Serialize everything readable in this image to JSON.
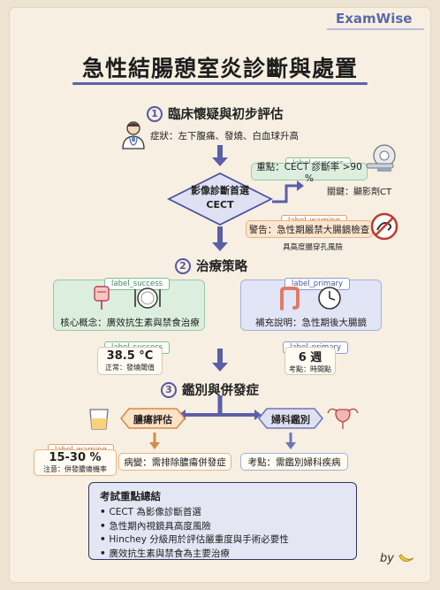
{
  "brand": "ExamWise",
  "title": "急性結腸憩室炎診斷與處置",
  "section1": {
    "number": "1",
    "heading": "臨床懷疑與初步評估",
    "symptoms": "症狀：左下腹痛、發燒、白血球升高",
    "decision": "影像診斷首選\nCECT",
    "success_tag": "label_success",
    "key_point": "重點：CECT 診斷率 >90 %",
    "key_term": "關鍵：顯影劑CT",
    "warning_tag": "label_warning",
    "warning": "警告：急性期嚴禁大腸鏡檢查",
    "warning_note": "具高度腸穿孔風險"
  },
  "section2": {
    "number": "2",
    "heading": "治療策略",
    "left_tag": "label_success",
    "left_text": "核心概念：廣效抗生素與禁食治療",
    "right_tag": "label_primary",
    "right_text": "補充說明：急性期後大腸鏡",
    "temp_tag": "label_success",
    "temp_value": "38.5 °C",
    "temp_note": "正常：發燒閾值",
    "weeks_tag": "label_primary",
    "weeks_value": "6 週",
    "weeks_note": "考點：時間點"
  },
  "section3": {
    "number": "3",
    "heading": "鑑別與併發症",
    "left_node": "膿瘍評估",
    "right_node": "婦科鑑別",
    "left_text": "病變：需排除膿瘍併發症",
    "right_text": "考點：需鑑別婦科疾病",
    "pct_tag": "label_warning",
    "pct_value": "15-30 %",
    "pct_note": "注意：併發膿瘍機率"
  },
  "summary": {
    "title": "考試重點總結",
    "items": [
      "CECT 為影像診斷首選",
      "急性期內視鏡具高度風險",
      "Hinchey 分級用於評估嚴重度與手術必要性",
      "廣效抗生素與禁食為主要治療"
    ]
  },
  "signature": "by",
  "colors": {
    "accent": "#5b5fa8",
    "success": "#3e8a5c",
    "warning": "#b0662a",
    "primary": "#4a58a5"
  },
  "icons": [
    "doctor-icon",
    "ct-scanner-icon",
    "no-colonoscope-icon",
    "iv-bag-icon",
    "fasting-plate-icon",
    "colon-icon",
    "clock-icon",
    "abscess-cup-icon",
    "uterus-icon",
    "banana-icon"
  ]
}
